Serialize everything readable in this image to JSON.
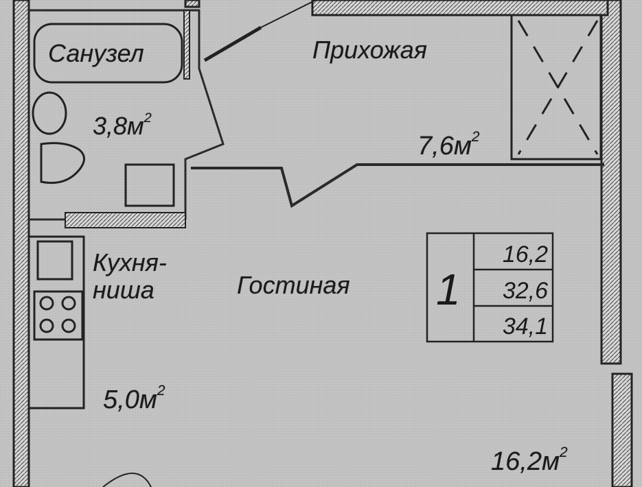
{
  "rooms": {
    "bathroom": {
      "name": "Санузел",
      "area_value": "3,8",
      "area_unit": "м",
      "area_exp": "2"
    },
    "hallway": {
      "name": "Прихожая",
      "area_value": "7,6",
      "area_unit": "м",
      "area_exp": "2"
    },
    "kitchen": {
      "name_line1": "Кухня-",
      "name_line2": "ниша",
      "area_value": "5,0",
      "area_unit": "м",
      "area_exp": "2"
    },
    "living": {
      "name": "Гостиная",
      "area_value": "16,2",
      "area_unit": "м",
      "area_exp": "2"
    }
  },
  "summary_table": {
    "rooms_count": "1",
    "living_area": "16,2",
    "total_area": "32,6",
    "total_area_with_balcony": "34,1"
  },
  "colors": {
    "background": "#cfcfcf",
    "floor": "#c4c4c4",
    "wall": "#2a2a2a",
    "text": "#1a1a1a"
  }
}
